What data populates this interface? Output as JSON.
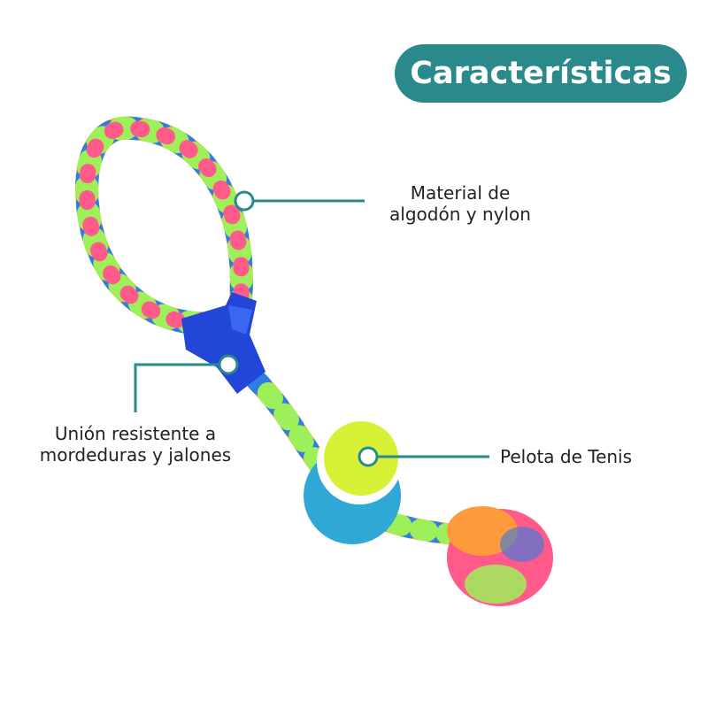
{
  "title": "Características",
  "callouts": {
    "material": {
      "line1": "Material de",
      "line2": "algodón y nylon"
    },
    "union": {
      "line1": "Unión resistente a",
      "line2": "mordeduras y jalones"
    },
    "ball": {
      "line1": "Pelota de Tenis"
    }
  },
  "colors": {
    "accent": "#2a8a8b"
  }
}
